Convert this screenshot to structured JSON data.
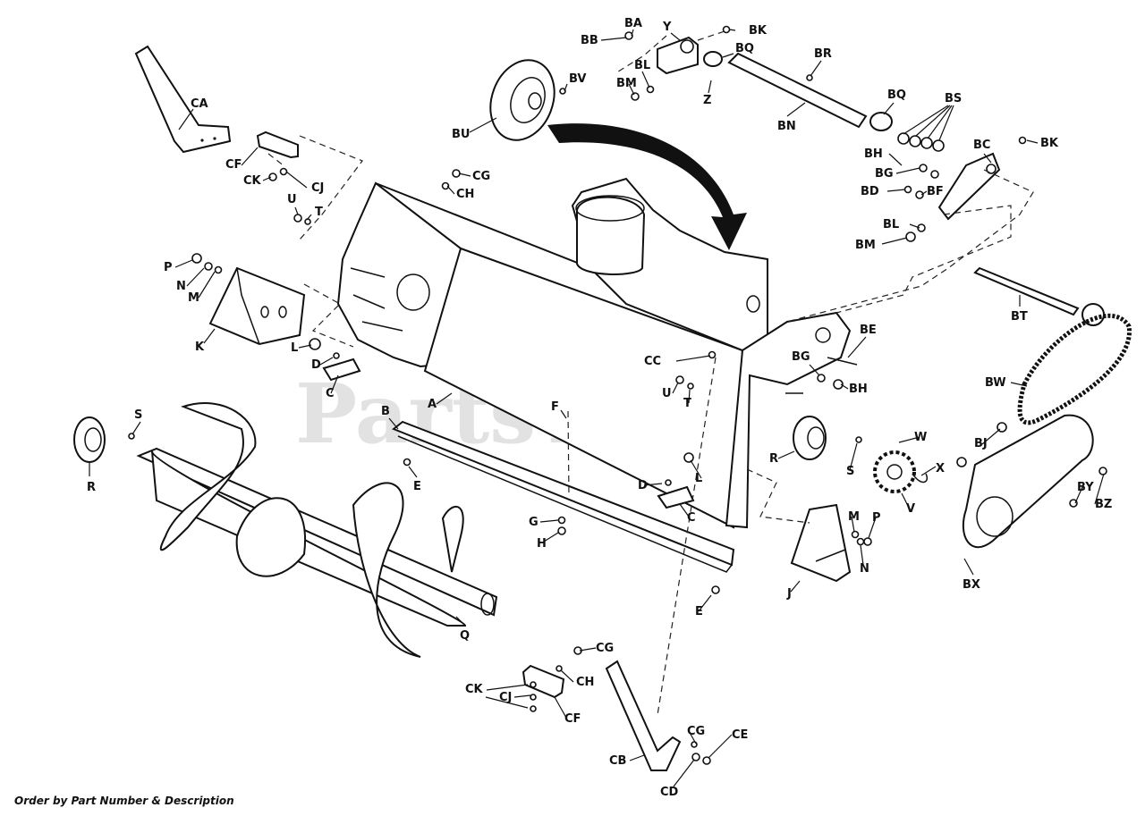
{
  "watermark": "PartsTree",
  "footer": "Order by Part Number & Description",
  "callouts": {
    "A": "A",
    "B": "B",
    "C": "C",
    "D": "D",
    "E": "E",
    "F": "F",
    "G": "G",
    "H": "H",
    "J": "J",
    "K": "K",
    "L": "L",
    "M": "M",
    "N": "N",
    "P": "P",
    "Q": "Q",
    "R": "R",
    "S": "S",
    "T": "T",
    "U": "U",
    "V": "V",
    "W": "W",
    "X": "X",
    "Y": "Y",
    "Z": "Z",
    "BA": "BA",
    "BB": "BB",
    "BC": "BC",
    "BD": "BD",
    "BE": "BE",
    "BF": "BF",
    "BG": "BG",
    "BH": "BH",
    "BJ": "BJ",
    "BK": "BK",
    "BL": "BL",
    "BM": "BM",
    "BN": "BN",
    "BQ": "BQ",
    "BR": "BR",
    "BS": "BS",
    "BT": "BT",
    "BU": "BU",
    "BV": "BV",
    "BW": "BW",
    "BX": "BX",
    "BY": "BY",
    "BZ": "BZ",
    "CA": "CA",
    "CB": "CB",
    "CC": "CC",
    "CD": "CD",
    "CE": "CE",
    "CF": "CF",
    "CG": "CG",
    "CH": "CH",
    "CJ": "CJ",
    "CK": "CK"
  }
}
